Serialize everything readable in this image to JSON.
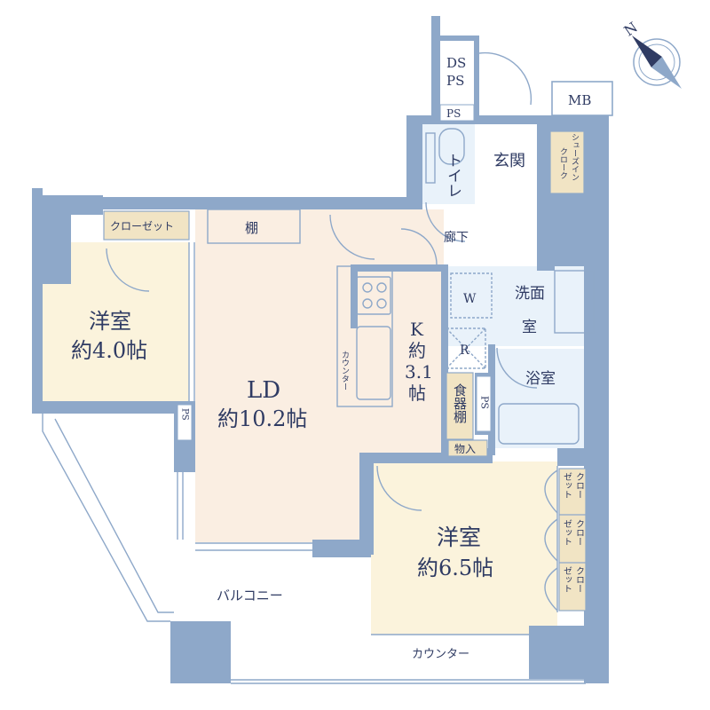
{
  "colors": {
    "wall": "#8ea8c9",
    "ld_floor": "#faeee2",
    "bedroom_floor": "#fbf3dc",
    "wet_floor": "#e9f2fa",
    "closet_fill": "#f1e4c4",
    "outline": "#8ea8c9",
    "text": "#2f3b63"
  },
  "compass": {
    "north_label": "N",
    "icon": "compass-icon"
  },
  "labels": {
    "ds_ps_line1": "DS",
    "ds_ps_line2": "PS",
    "ps_top": "PS",
    "mb": "MB",
    "toilet_v": "トイレ",
    "entrance": "玄関",
    "shoe_closet_col1": "シューズイン",
    "shoe_closet_col2": "クローク",
    "closet_western": "クローゼット",
    "shelf": "棚",
    "corridor": "廊下",
    "western_room_small_name": "洋室",
    "western_room_small_size": "約4.0帖",
    "ld_name": "LD",
    "ld_size": "約10.2帖",
    "kitchen_k": "K",
    "kitchen_size_1": "約",
    "kitchen_size_2": "3.1",
    "kitchen_size_3": "帖",
    "counter_vertical": "カウンター",
    "refrigerator": "R",
    "washer": "W",
    "washroom_1": "洗面",
    "washroom_2": "室",
    "bathroom": "浴室",
    "dish_shelf": "食器棚",
    "ps_right": "PS",
    "storage": "物入",
    "ps_left": "PS",
    "western_room_large_name": "洋室",
    "western_room_large_size": "約6.5帖",
    "closet_col1": "クロー",
    "closet_col2": "ゼット",
    "balcony": "バルコニー",
    "counter_bottom": "カウンター"
  }
}
